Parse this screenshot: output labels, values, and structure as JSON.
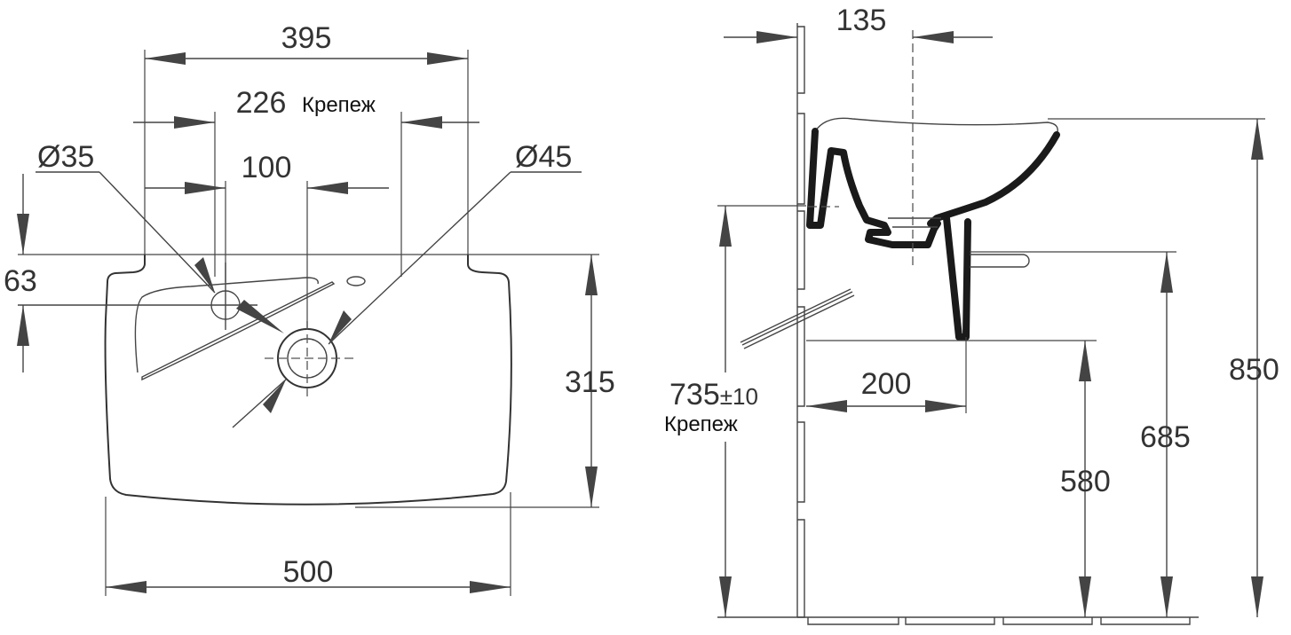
{
  "drawing": {
    "top_view": {
      "overall_width": "500",
      "back_width": "395",
      "mounting_span": "226",
      "mounting_label": "Крепеж",
      "tap_offset": "100",
      "tap_hole_diameter": "Ø35",
      "drain_diameter": "Ø45",
      "hole_distance": "63",
      "depth": "315"
    },
    "side_view": {
      "wall_offset": "135",
      "mounting_height": "735",
      "mounting_tolerance": "±10",
      "mounting_label": "Крепеж",
      "projection": "200",
      "underside_height": "580",
      "siphon_height": "685",
      "rim_height": "850"
    }
  }
}
